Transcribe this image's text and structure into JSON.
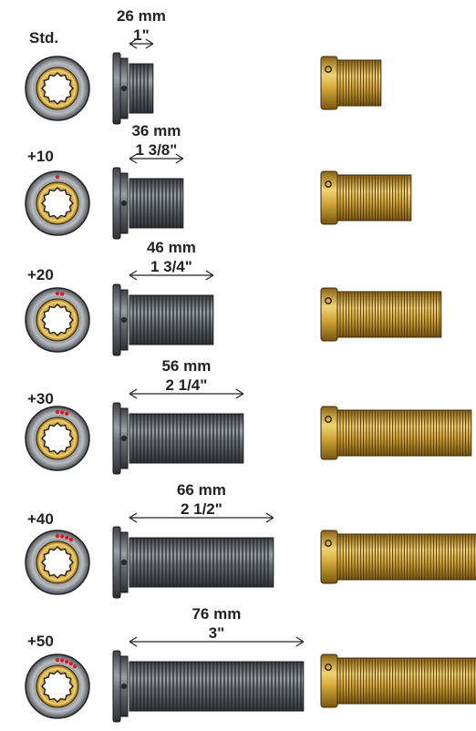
{
  "rows": [
    {
      "label": "Std.",
      "mm": "26 mm",
      "inch": "1\"",
      "dots": 0,
      "thread": 26
    },
    {
      "label": "+10",
      "mm": "36 mm",
      "inch": "1 3/8\"",
      "dots": 1,
      "thread": 36
    },
    {
      "label": "+20",
      "mm": "46 mm",
      "inch": "1 3/4\"",
      "dots": 2,
      "thread": 46
    },
    {
      "label": "+30",
      "mm": "56 mm",
      "inch": "2 1/4\"",
      "dots": 3,
      "thread": 56
    },
    {
      "label": "+40",
      "mm": "66 mm",
      "inch": "2 1/2\"",
      "dots": 4,
      "thread": 66
    },
    {
      "label": "+50",
      "mm": "76 mm",
      "inch": "3\"",
      "dots": 5,
      "thread": 76
    }
  ],
  "colors": {
    "steel": "#6e7278",
    "steel_dark": "#3a3d42",
    "brass": "#d9b040",
    "brass_dark": "#7a5a12",
    "marker_dot": "#d4202a"
  }
}
